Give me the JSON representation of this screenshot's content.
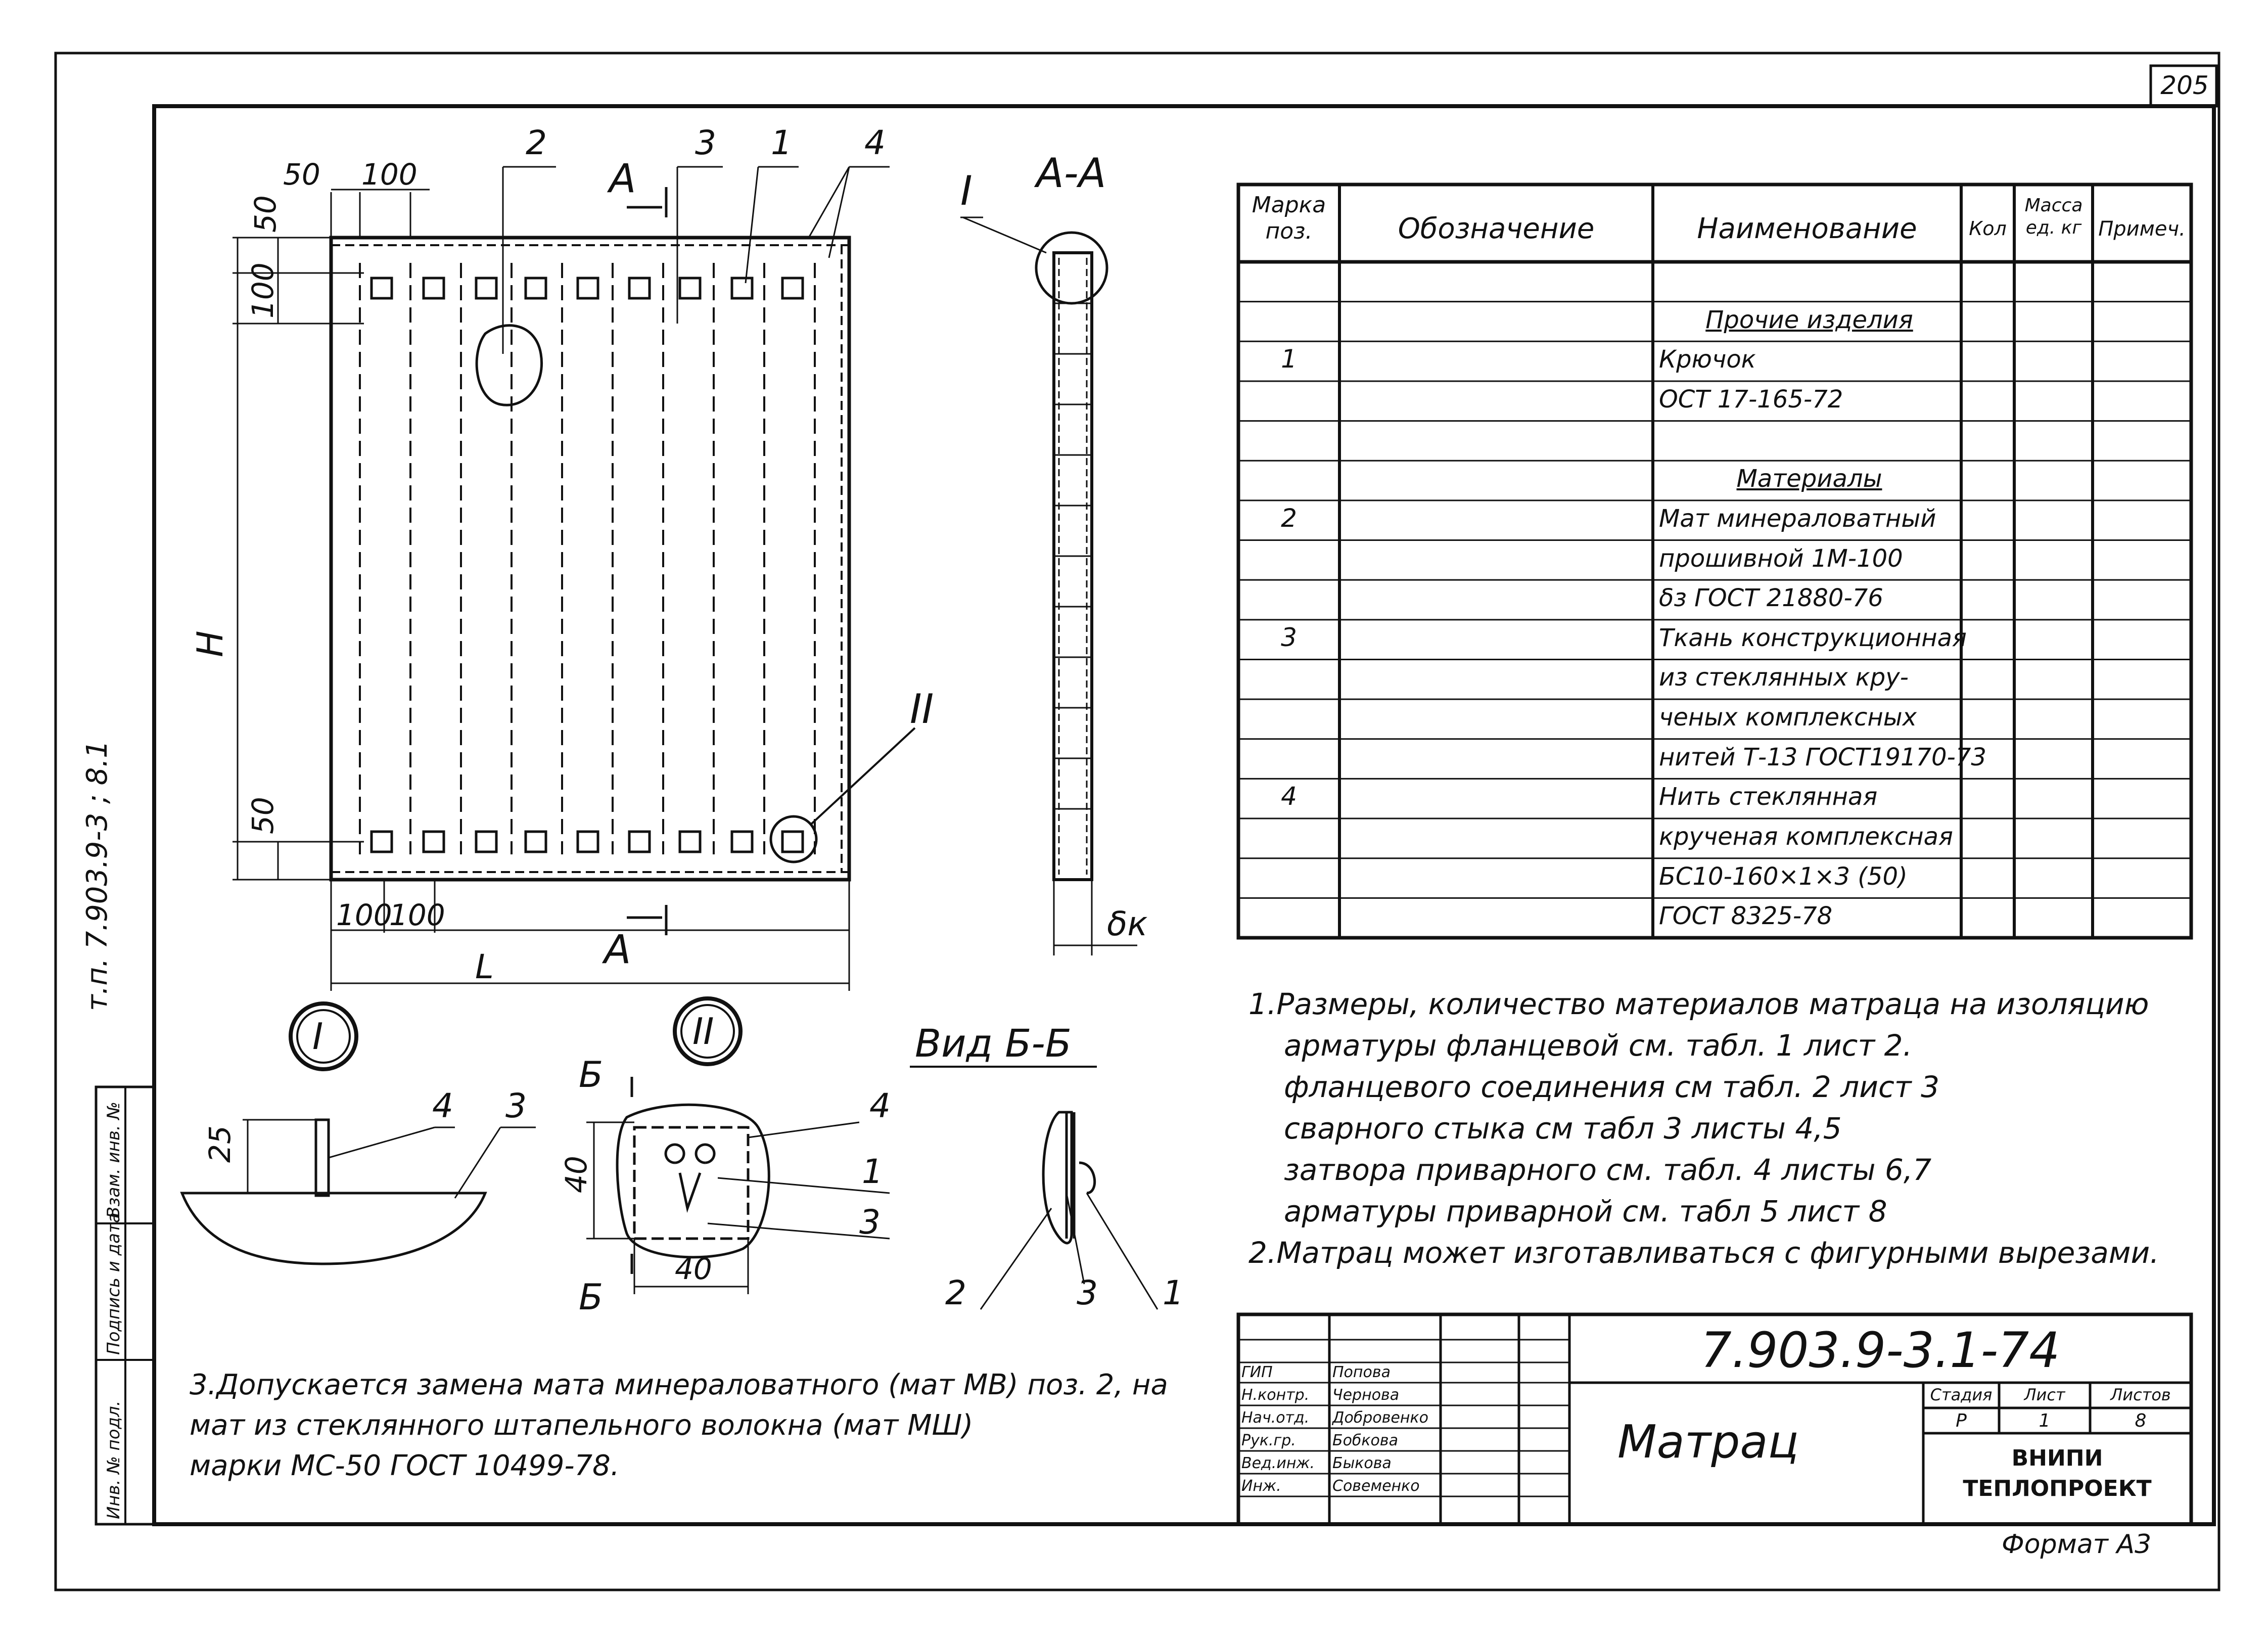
{
  "sheet_number": "205",
  "doc_code": "7.903.9-3.1-74",
  "title": "Матрац",
  "side_code": "т.п. 7.903.9-3 ; 8.1",
  "organization": [
    "ВНИПИ",
    "ТЕПЛОПРОЕКТ"
  ],
  "format_label": "Формат А3",
  "stage": {
    "header": [
      "Стадия",
      "Лист",
      "Листов"
    ],
    "values": [
      "Р",
      "1",
      "8"
    ]
  },
  "signatures": [
    {
      "role": "ГИП",
      "name": "Попова"
    },
    {
      "role": "Н.контр.",
      "name": "Чернова"
    },
    {
      "role": "Нач.отд.",
      "name": "Добровенко"
    },
    {
      "role": "Рук.гр.",
      "name": "Бобкова"
    },
    {
      "role": "Вед.инж.",
      "name": "Быкова"
    },
    {
      "role": "Инж.",
      "name": "Совеменко"
    }
  ],
  "left_stamp": [
    "Инв. № подл.",
    "Подпись и дата",
    "Взам. инв. №"
  ],
  "spec_table": {
    "headers": [
      "Марка поз.",
      "Обозначение",
      "Наименование",
      "Кол",
      "Масса ед. кг",
      "Примеч."
    ],
    "rows": [
      {
        "pos": "",
        "name": "",
        "ul": false
      },
      {
        "pos": "",
        "name": "Прочие изделия",
        "ul": true
      },
      {
        "pos": "1",
        "name": "Крючок",
        "ul": false
      },
      {
        "pos": "",
        "name": "ОСТ 17-165-72",
        "ul": false
      },
      {
        "pos": "",
        "name": "",
        "ul": false
      },
      {
        "pos": "",
        "name": "Материалы",
        "ul": true
      },
      {
        "pos": "2",
        "name": "Мат минераловатный",
        "ul": false
      },
      {
        "pos": "",
        "name": "прошивной 1М-100",
        "ul": false
      },
      {
        "pos": "",
        "name": "δз ГОСТ 21880-76",
        "ul": false
      },
      {
        "pos": "3",
        "name": "Ткань конструкционная",
        "ul": false
      },
      {
        "pos": "",
        "name": "из стеклянных кру-",
        "ul": false
      },
      {
        "pos": "",
        "name": "ченых комплексных",
        "ul": false
      },
      {
        "pos": "",
        "name": "нитей Т-13 ГОСТ19170-73",
        "ul": false
      },
      {
        "pos": "4",
        "name": "Нить стеклянная",
        "ul": false
      },
      {
        "pos": "",
        "name": "крученая комплексная",
        "ul": false
      },
      {
        "pos": "",
        "name": "БС10-160×1×3 (50)",
        "ul": false
      },
      {
        "pos": "",
        "name": "ГОСТ 8325-78",
        "ul": false
      }
    ]
  },
  "notes": [
    "1.Размеры, количество материалов матраца на изоляцию",
    "арматуры фланцевой см. табл. 1 лист 2.",
    "фланцевого соединения см табл. 2 лист 3",
    "сварного стыка см табл 3 листы 4,5",
    "затвора приварного см. табл. 4 листы 6,7",
    "арматуры приварной см. табл 5 лист 8",
    "2.Матрац может изготавливаться с фигурными вырезами."
  ],
  "note3": [
    "3.Допускается замена мата минераловатного (мат МВ) поз. 2, на",
    "мат из стеклянного штапельного волокна (мат МШ)",
    "марки МС-50 ГОСТ 10499-78."
  ],
  "drawing_labels": {
    "section_aa": "А-А",
    "view_bb": "Вид Б-Б",
    "detail_1": "I",
    "detail_2": "II",
    "cut_a": "А",
    "cut_b": "Б",
    "dim_height": "H",
    "dim_length": "L",
    "dim_thickness": "δк",
    "dims_top": [
      "50",
      "100"
    ],
    "dims_left": [
      "50",
      "100"
    ],
    "dim_bottom_left": "50",
    "dims_bottom": [
      "100",
      "100"
    ],
    "dim_25": "25",
    "dim_40": "40",
    "callouts": [
      "1",
      "2",
      "3",
      "4"
    ]
  }
}
